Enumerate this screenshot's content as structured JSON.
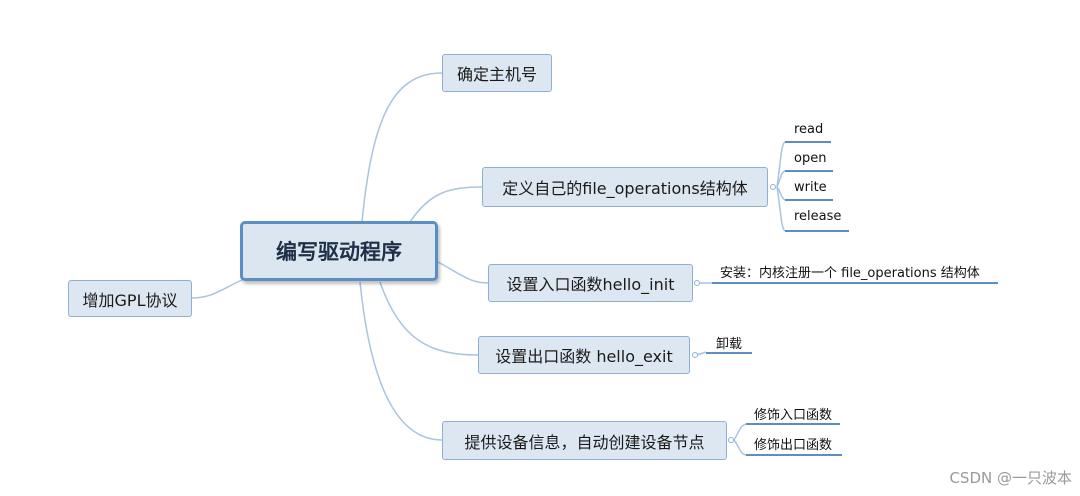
{
  "root": "编写驱动程序",
  "left_topic": "增加GPL协议",
  "topics": {
    "major_number": "确定主机号",
    "file_ops": "定义自己的file_operations结构体",
    "init": "设置入口函数hello_init",
    "exit": "设置出口函数 hello_exit",
    "device_info": "提供设备信息，自动创建设备节点"
  },
  "file_ops_items": [
    "read",
    "open",
    "write",
    "release"
  ],
  "init_note": "安装：内核注册一个 file_operations 结构体",
  "exit_note": "卸载",
  "device_info_items": [
    "修饰入口函数",
    "修饰出口函数"
  ],
  "watermark": "CSDN @一只波本",
  "colors": {
    "branch": "#a9c4e0",
    "leaf_line": "#5b8ec3",
    "node_fill": "#dde7f2",
    "root_border": "#5b8ec3"
  }
}
